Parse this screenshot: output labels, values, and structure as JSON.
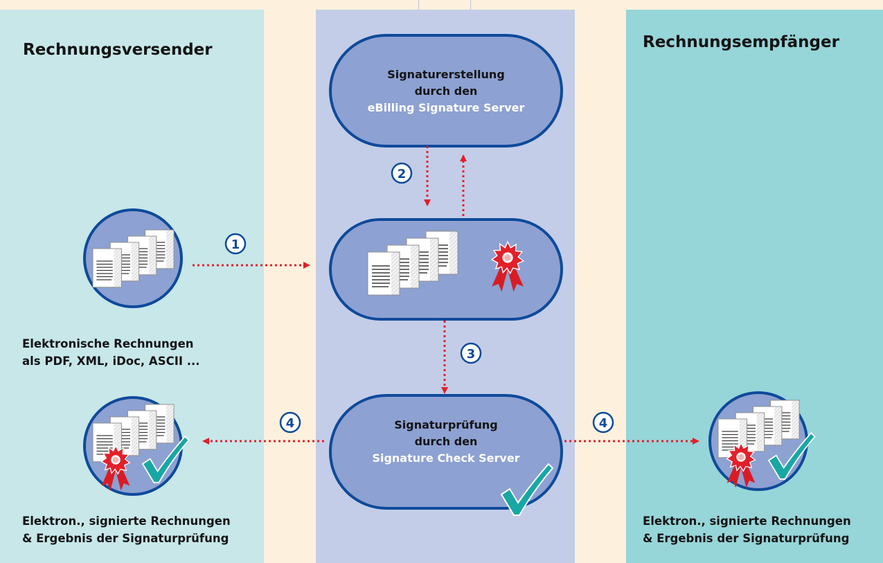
{
  "columns": {
    "sender": {
      "title": "Rechnungsversender"
    },
    "receiver": {
      "title": "Rechnungsempfänger"
    }
  },
  "nodes": {
    "signature_creation": {
      "line1": "Signaturerstellung",
      "line2": "durch den",
      "line3": "eBilling Signature Server"
    },
    "signature_check": {
      "line1": "Signaturprüfung",
      "line2": "durch den",
      "line3": "Signature Check Server"
    }
  },
  "captions": {
    "invoices": {
      "line1": "Elektronische Rechnungen",
      "line2": "als PDF, XML, iDoc, ASCII ..."
    },
    "signed_left": {
      "line1": "Elektron., signierte Rechnungen",
      "line2": "& Ergebnis der Signaturprüfung"
    },
    "signed_right": {
      "line1": "Elektron., signierte Rechnungen",
      "line2": "& Ergebnis der Signaturprüfung"
    }
  },
  "steps": {
    "s1": "1",
    "s2": "2",
    "s3": "3",
    "s4a": "4",
    "s4b": "4"
  },
  "colors": {
    "sender_bg": "#c7e7e9",
    "server_bg": "#c3cde8",
    "receiver_bg": "#96d5d8",
    "page_bg": "#fdf1dd",
    "node_fill": "#8da1d2",
    "node_border": "#0e4a9a",
    "arrow": "#e2202a",
    "check": "#18a8a6",
    "seal": "#e3202a"
  }
}
